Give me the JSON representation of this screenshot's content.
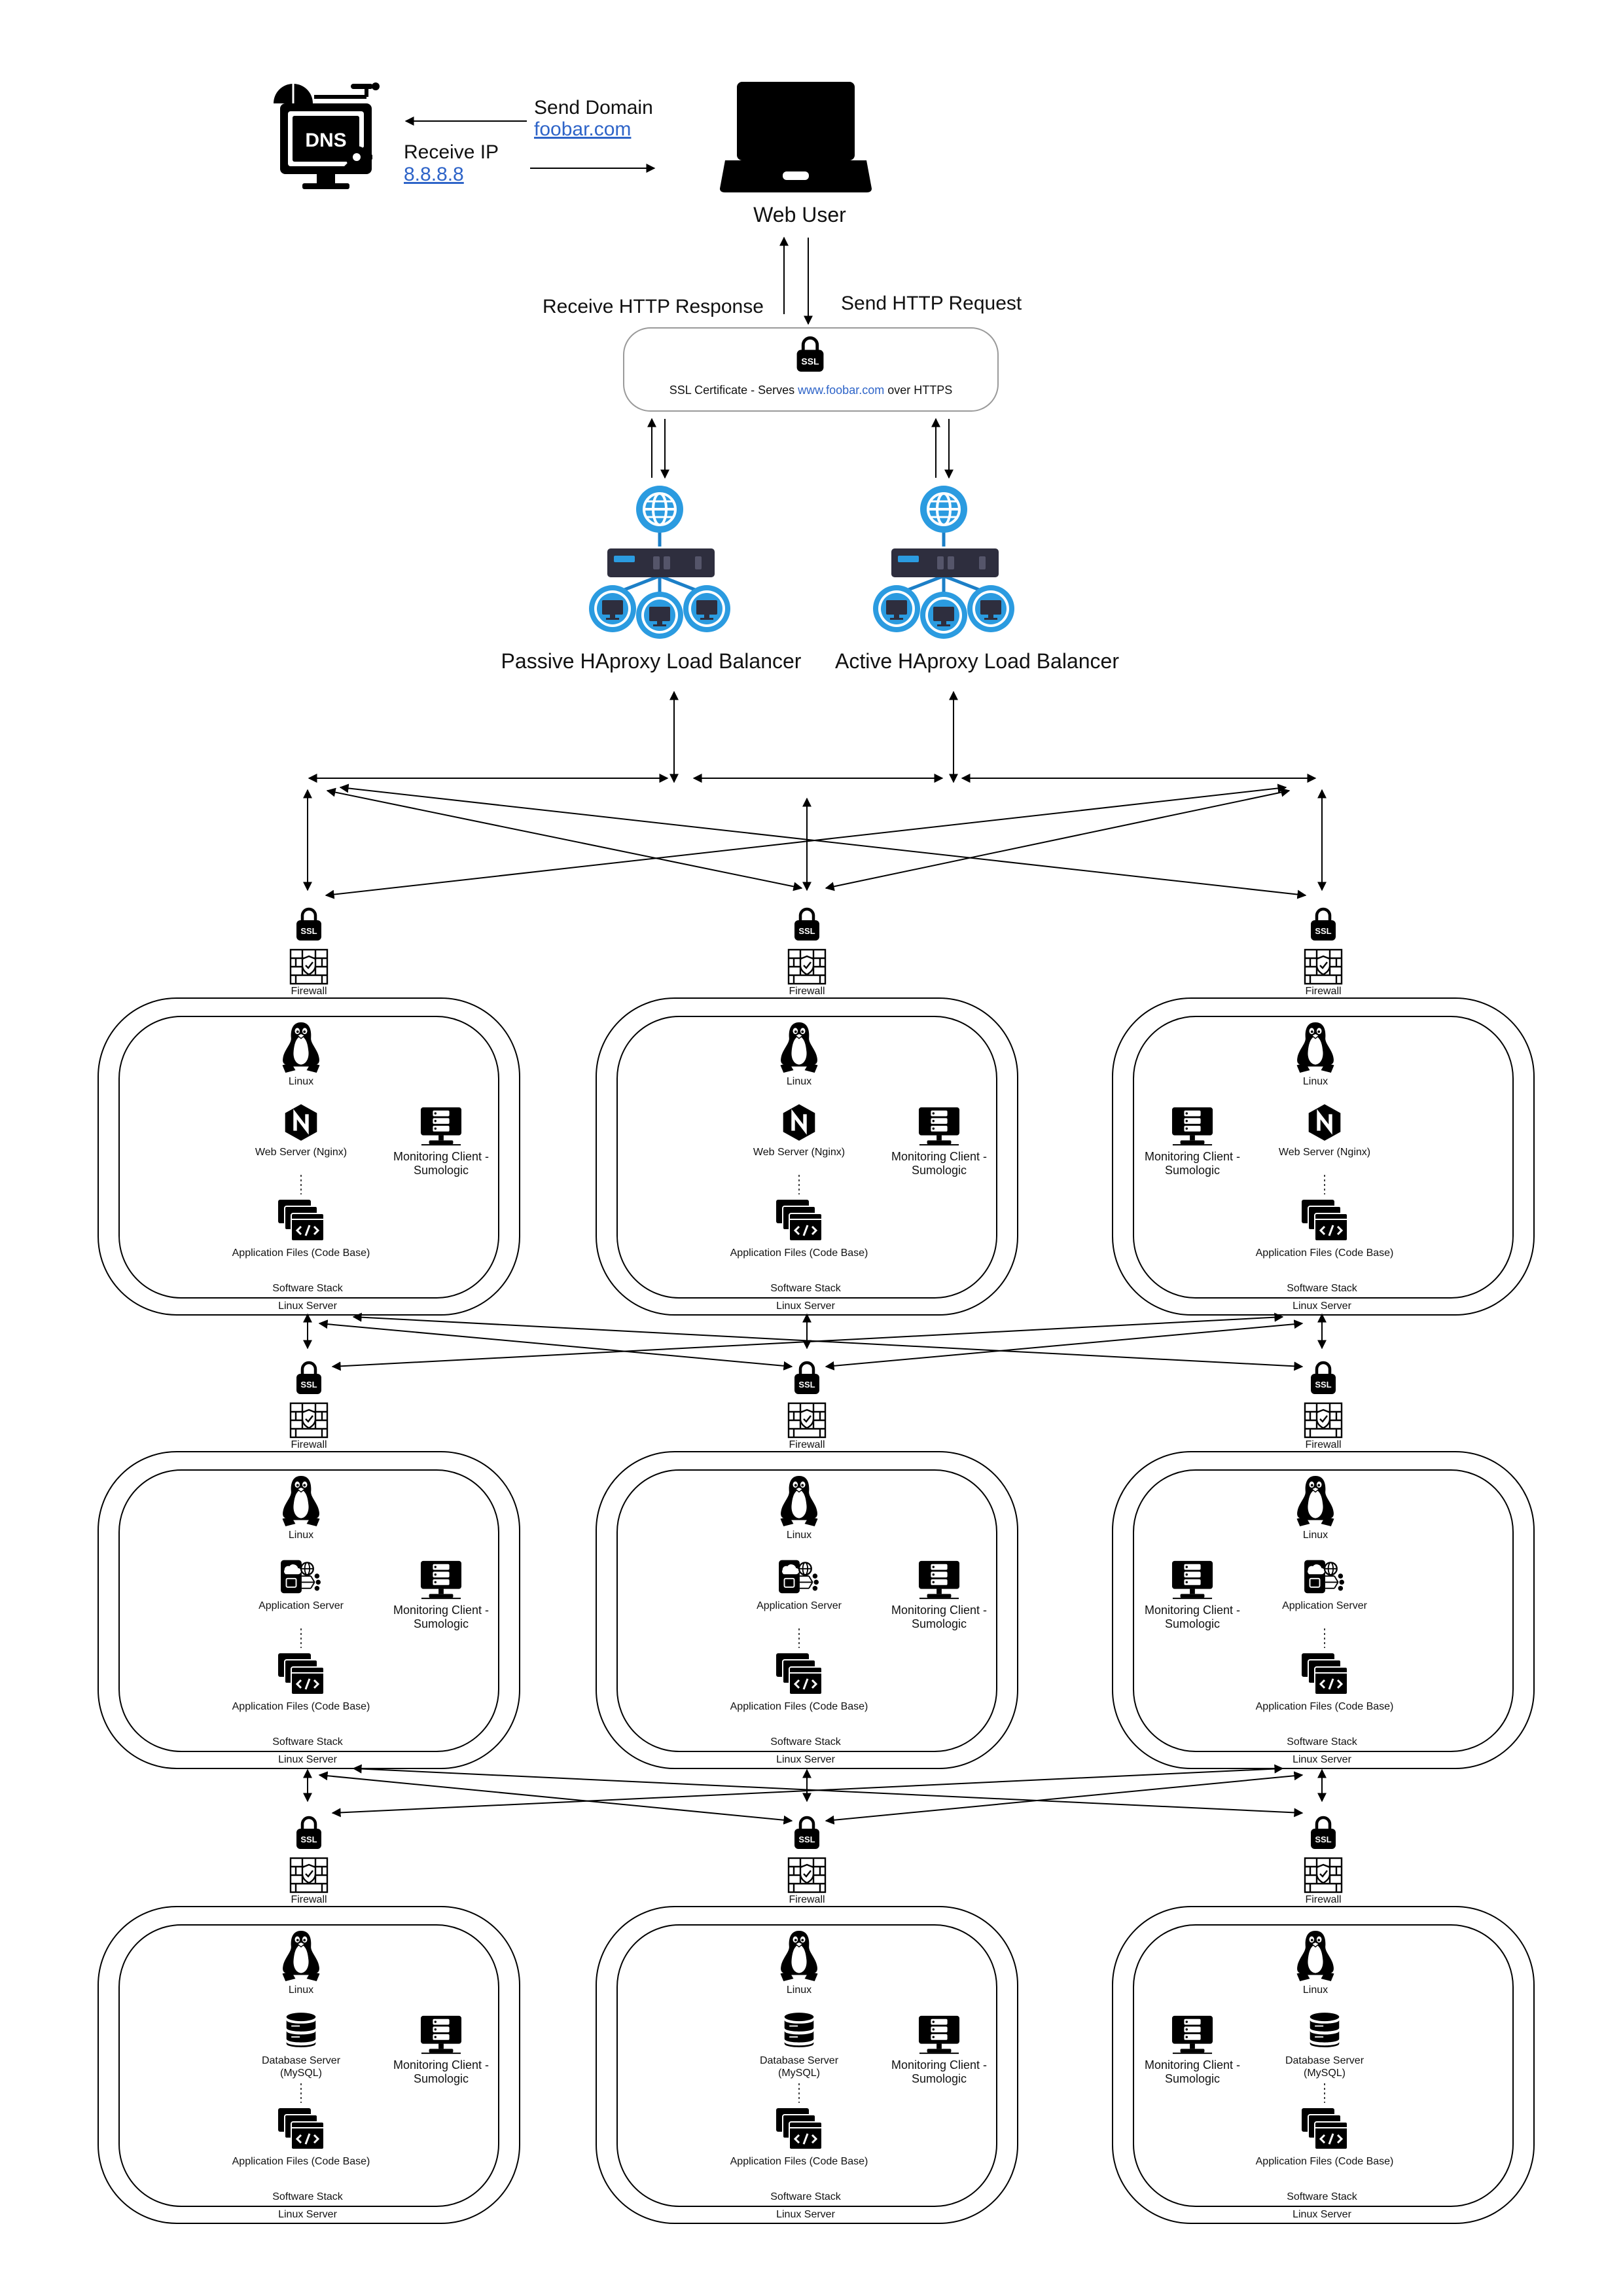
{
  "dns": {
    "icon_text": "DNS",
    "send_label": "Send Domain",
    "send_domain": "foobar.com",
    "receive_label": "Receive IP",
    "receive_ip": "8.8.8.8"
  },
  "web_user": {
    "label": "Web User"
  },
  "http": {
    "receive_label": "Receive HTTP Response",
    "send_label": "Send HTTP Request"
  },
  "ssl_certificate": {
    "caption_prefix": "SSL Certificate - Serves ",
    "domain": "www.foobar.com",
    "caption_suffix": " over HTTPS",
    "badge_text": "SSL"
  },
  "load_balancers": [
    {
      "label": "Passive HAproxy Load Balancer"
    },
    {
      "label": "Active HAproxy Load Balancer"
    }
  ],
  "common": {
    "ssl_badge": "SSL",
    "firewall": "Firewall",
    "linux": "Linux",
    "monitoring": "Monitoring Client - Sumologic",
    "app_files": "Application Files (Code Base)",
    "software_stack": "Software Stack",
    "linux_server": "Linux Server"
  },
  "tiers": [
    {
      "id": "web",
      "service_label": "Web Server (Nginx)",
      "service_icon": "nginx-icon"
    },
    {
      "id": "app",
      "service_label": "Application Server",
      "service_icon": "app-server-icon"
    },
    {
      "id": "db",
      "service_label": "Database Server (MySQL)",
      "service_icon": "database-icon"
    }
  ],
  "colors": {
    "link": "#2e64c8",
    "load_balancer_blue": "#2b9be0",
    "load_balancer_ring": "#1c7fc7",
    "device_dark": "#2e2e3e"
  }
}
